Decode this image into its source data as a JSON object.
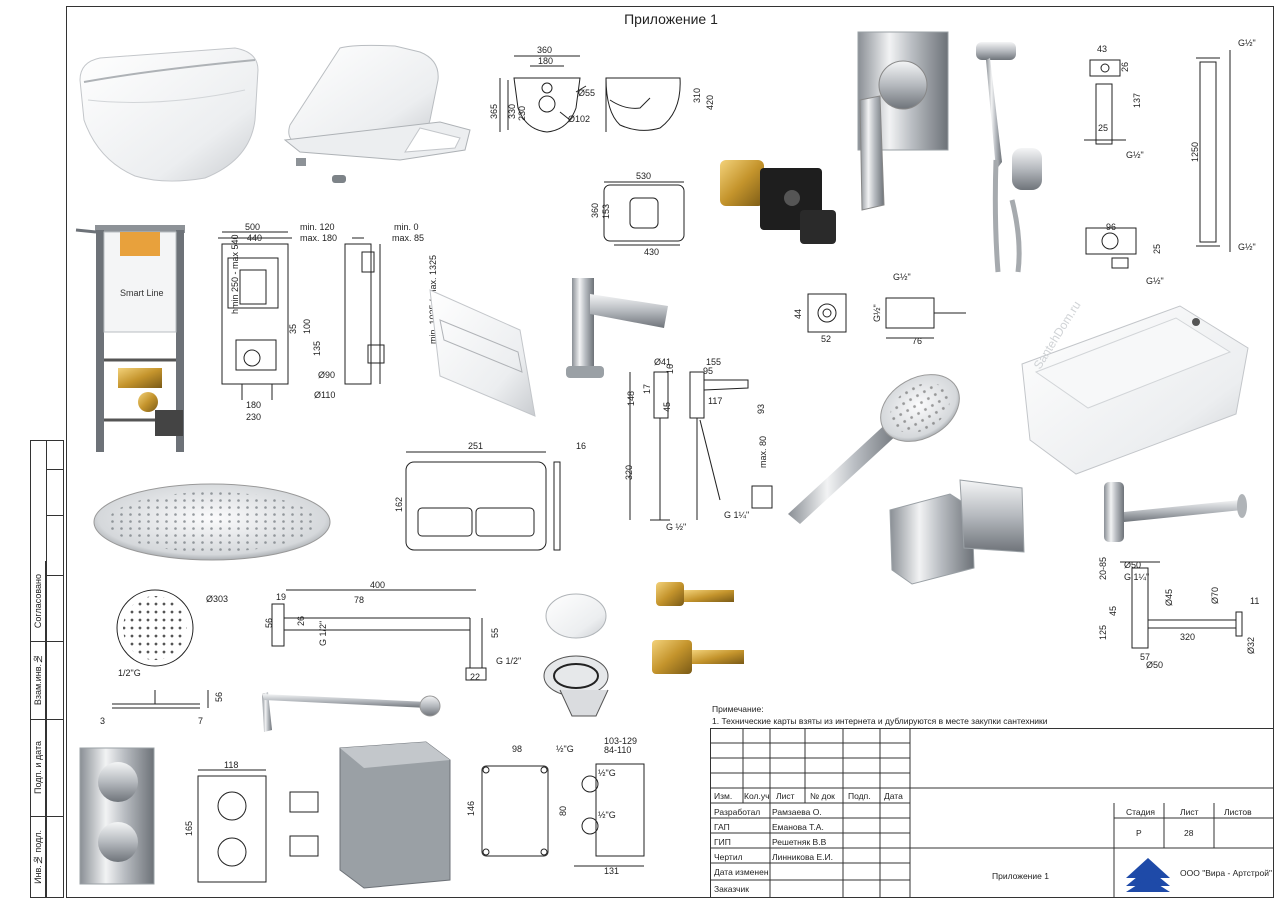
{
  "sheet": {
    "title": "Приложение 1",
    "note_title": "Примечание:",
    "note_text": "1. Технические карты взяты из интернета и дублируются в месте закупки сантехники"
  },
  "left_margin": {
    "labels": [
      "Согласовано",
      "Взам.инв.№",
      "Подп. и дата",
      "Инв.№ подл."
    ]
  },
  "title_block": {
    "headers": [
      "Изм.",
      "Кол.уч",
      "Лист",
      "№ док",
      "Подп.",
      "Дата"
    ],
    "roles": [
      {
        "role": "Разработал",
        "name": "Рамзаева О."
      },
      {
        "role": "ГАП",
        "name": "Еманова Т.А."
      },
      {
        "role": "ГИП",
        "name": "Решетняк В.В"
      },
      {
        "role": "Чертил",
        "name": "Линникова Е.И."
      },
      {
        "role": "Дата изменен",
        "name": ""
      },
      {
        "role": "Заказчик",
        "name": ""
      }
    ],
    "sheet_name": "Приложение 1",
    "stage_header": "Стадия",
    "sheet_header": "Лист",
    "sheets_header": "Листов",
    "stage_value": "Р",
    "sheet_value": "28",
    "sheets_value": "",
    "company": "ООО \"Вира - Артстрой\""
  },
  "images": {
    "installation_label": "Smart Line",
    "watermark": "SantehDom.ru"
  },
  "dims": {
    "toilet_top": [
      "360",
      "180",
      "365",
      "330",
      "230",
      "Ø55",
      "Ø102"
    ],
    "toilet_side": [
      "310",
      "420"
    ],
    "toilet_plan": [
      "530",
      "360",
      "153",
      "430"
    ],
    "frame": [
      "500",
      "440",
      "min. 120",
      "max. 180",
      "min. 0",
      "max. 85",
      "hmin 250 - max 540",
      "35",
      "100",
      "135",
      "min. 1035 / max. 1325",
      "180",
      "230",
      "Ø90",
      "Ø110"
    ],
    "mixer_box": [
      "44",
      "52",
      "G½\"",
      "G½\"",
      "76"
    ],
    "bidet": [
      "43",
      "26",
      "137",
      "25",
      "G½\"",
      "96",
      "25",
      "G½\""
    ],
    "rail": [
      "G½\"",
      "1250",
      "G½\""
    ],
    "faucet": [
      "Ø41",
      "155",
      "16",
      "17",
      "95",
      "148",
      "45",
      "117",
      "93",
      "320",
      "max. 80",
      "G ½\"",
      "G 1¼\""
    ],
    "plate": [
      "251",
      "16",
      "162"
    ],
    "head_top": [
      "Ø303",
      "1/2\"G",
      "56",
      "3",
      "7"
    ],
    "arm": [
      "400",
      "78",
      "19",
      "56",
      "26",
      "G 1/2\"",
      "55",
      "G 1/2\"",
      "22"
    ],
    "siphon": [
      "Ø50",
      "20-85",
      "G 1¼\"",
      "45",
      "Ø45",
      "Ø70",
      "11",
      "125",
      "320",
      "57",
      "Ø32",
      "Ø50"
    ],
    "thermo": [
      "118",
      "165"
    ],
    "box": [
      "98",
      "½\"G",
      "103-129",
      "84-110",
      "146",
      "80",
      "½\"G",
      "½\"G",
      "131"
    ]
  }
}
